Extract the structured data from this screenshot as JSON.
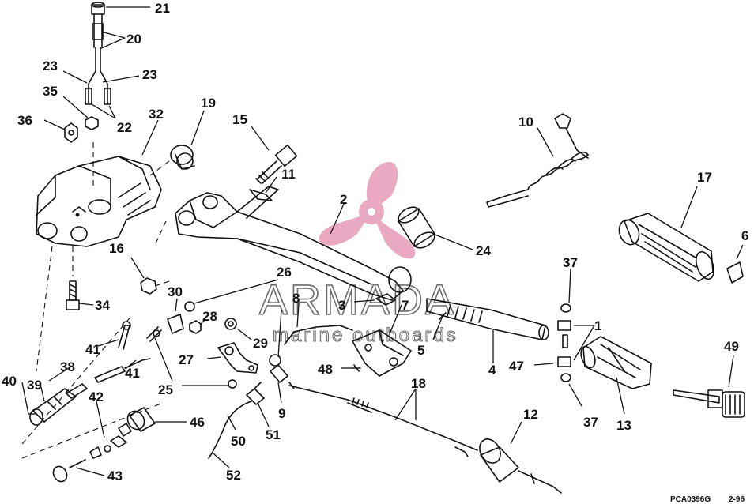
{
  "watermark": {
    "brand": "ARMADA",
    "tagline": "marine outboards",
    "brand_color": "#e8a0bd"
  },
  "drawing_code": "PCA0396G",
  "drawing_date": "2-96",
  "callouts": {
    "c1": "1",
    "c2": "2",
    "c3": "3",
    "c4": "4",
    "c5": "5",
    "c6": "6",
    "c7": "7",
    "c8": "8",
    "c9": "9",
    "c10": "10",
    "c11": "11",
    "c12": "12",
    "c13": "13",
    "c15": "15",
    "c16": "16",
    "c17": "17",
    "c18": "18",
    "c19": "19",
    "c20": "20",
    "c21": "21",
    "c22": "22",
    "c23a": "23",
    "c23b": "23",
    "c24": "24",
    "c25": "25",
    "c26": "26",
    "c27": "27",
    "c28": "28",
    "c29": "29",
    "c30": "30",
    "c32": "32",
    "c34": "34",
    "c35": "35",
    "c36": "36",
    "c37a": "37",
    "c37b": "37",
    "c38": "38",
    "c39": "39",
    "c40": "40",
    "c41a": "41",
    "c41b": "41",
    "c42": "42",
    "c43": "43",
    "c46": "46",
    "c47": "47",
    "c48": "48",
    "c49": "49",
    "c50": "50",
    "c51": "51",
    "c52": "52"
  }
}
